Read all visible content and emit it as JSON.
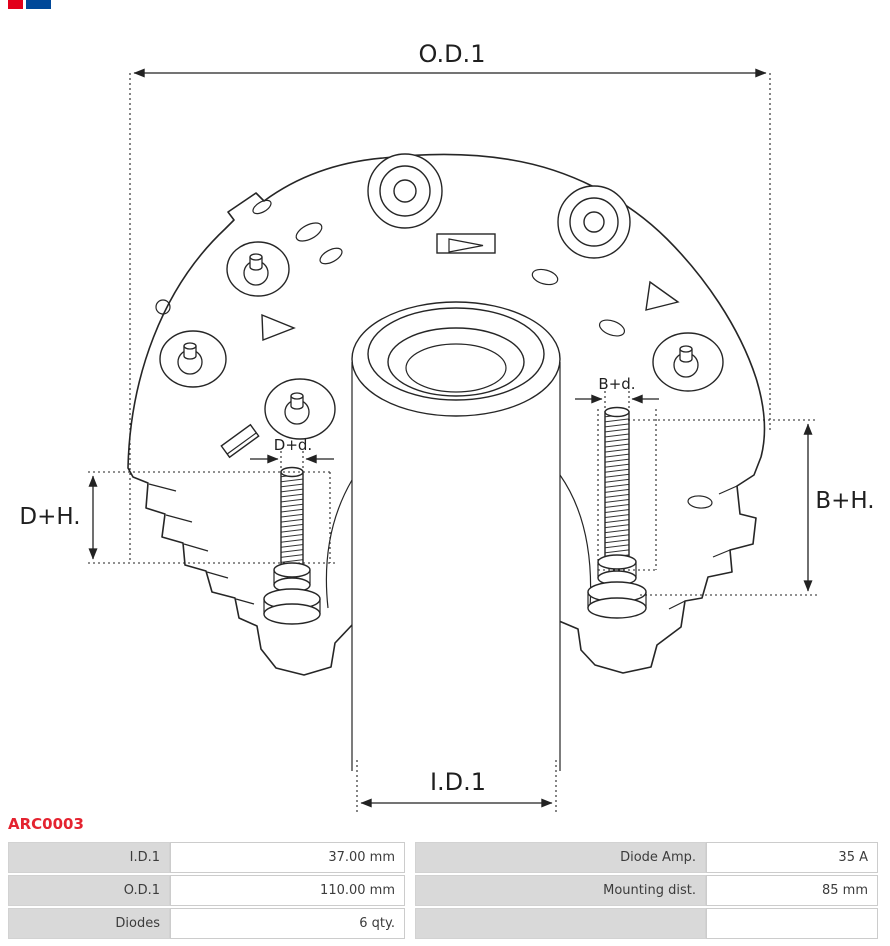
{
  "logo": {
    "name": "as-pl-logo",
    "colors": {
      "red": "#e2001a",
      "blue": "#004899"
    }
  },
  "part_number": "ARC0003",
  "diagram": {
    "description": "alternator-rectifier-technical-drawing",
    "dimensions": {
      "od1": "O.D.1",
      "id1": "I.D.1",
      "d_h": "D+H.",
      "b_h": "B+H.",
      "d_d": "D+d.",
      "b_d": "B+d."
    }
  },
  "spec_table": {
    "left": [
      {
        "label": "I.D.1",
        "value": "37.00 mm"
      },
      {
        "label": "O.D.1",
        "value": "110.00 mm"
      },
      {
        "label": "Diodes",
        "value": "6 qty."
      }
    ],
    "right": [
      {
        "label": "Diode Amp.",
        "value": "35 A"
      },
      {
        "label": "Mounting dist.",
        "value": "85 mm"
      },
      {
        "label": "",
        "value": ""
      }
    ]
  },
  "colors": {
    "accent_red": "#e42330",
    "table_label_bg": "#d9d9d9",
    "line": "#262626"
  }
}
